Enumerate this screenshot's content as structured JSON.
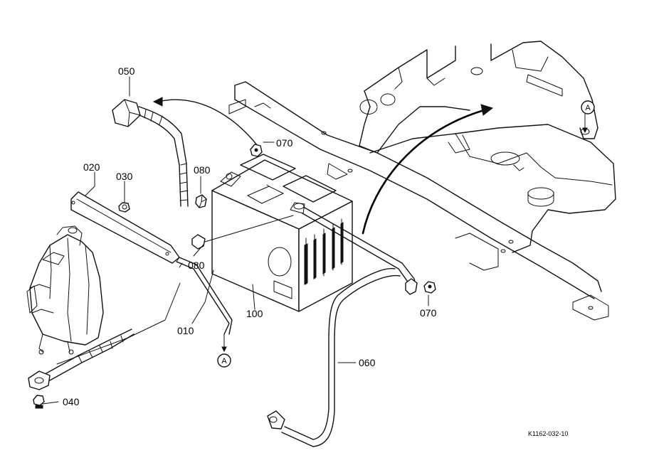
{
  "parts": [
    {
      "id": "label_010",
      "text": "010"
    },
    {
      "id": "label_020",
      "text": "020"
    },
    {
      "id": "label_030",
      "text": "030"
    },
    {
      "id": "label_040",
      "text": "040"
    },
    {
      "id": "label_050",
      "text": "050"
    },
    {
      "id": "label_060",
      "text": "060"
    },
    {
      "id": "label_070_top",
      "text": "070"
    },
    {
      "id": "label_070_right",
      "text": "070"
    },
    {
      "id": "label_080_top",
      "text": "080"
    },
    {
      "id": "label_080_bottom",
      "text": "080"
    },
    {
      "id": "label_100",
      "text": "100"
    }
  ],
  "reference_marks": {
    "top_right": "A",
    "bottom_left": "A"
  },
  "drawing_code": "K1162-032-10"
}
